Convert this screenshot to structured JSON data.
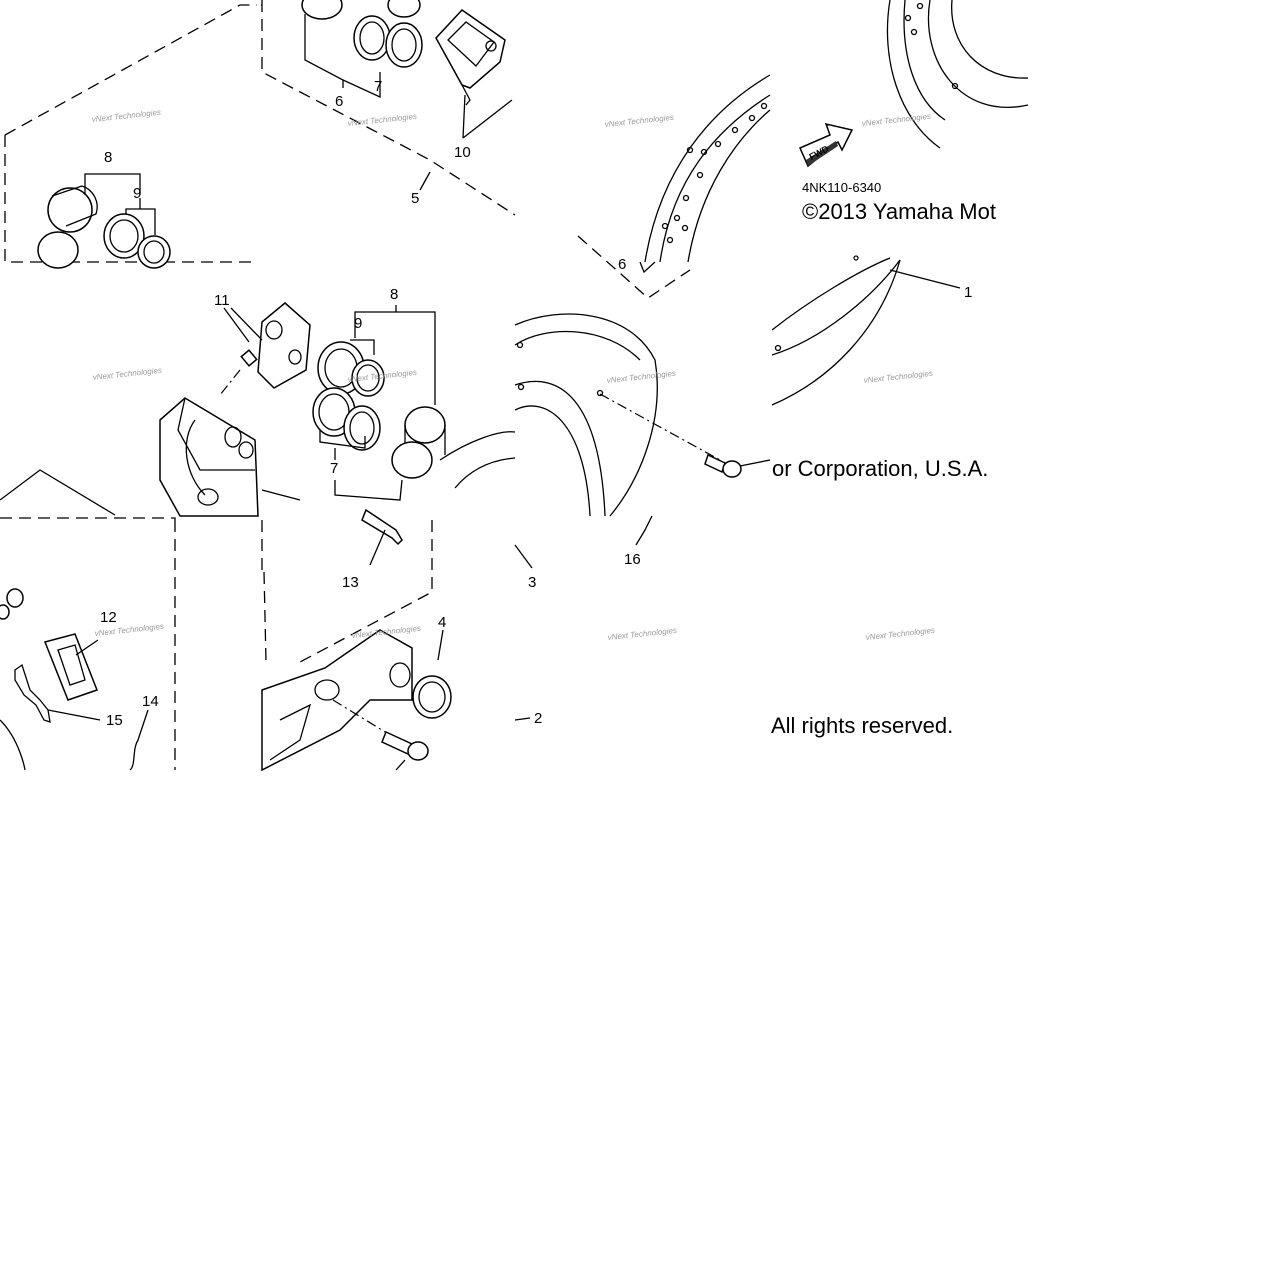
{
  "diagram": {
    "code": "4NK110-6340",
    "copyright_line1": "©2013 Yamaha Mot",
    "copyright_line2": "or Corporation, U.S.A. ",
    "copyright_line3": "All rights reserved.",
    "fwd_label": "FWD",
    "watermark": "vNext Technologies",
    "callouts": [
      "1",
      "2",
      "3",
      "4",
      "5",
      "6",
      "7",
      "8",
      "9",
      "10",
      "11",
      "12",
      "13",
      "14",
      "15",
      "16",
      "6",
      "7",
      "8",
      "9"
    ]
  }
}
